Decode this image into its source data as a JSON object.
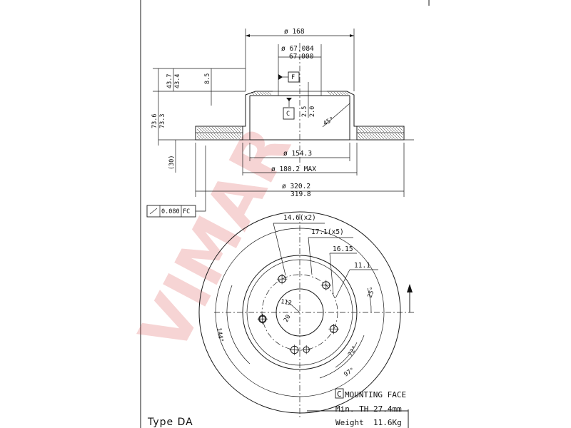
{
  "watermark": "VIMAR",
  "top_view": {
    "dim_hat_diameter": "ø 168",
    "dim_bore_max": "ø 67.084",
    "dim_bore_min": "67.000",
    "datum_f": "F",
    "datum_c": "C",
    "dim_height_a": "43.7",
    "dim_height_b": "43.4",
    "dim_hat_thickness": "8.5",
    "dim_total_a": "73.6",
    "dim_total_b": "73.3",
    "dim_offset": "(30)",
    "dim_step_a": "2.5",
    "dim_step_b": "2.0",
    "dim_chamfer": "45°",
    "dim_inner": "ø 154.3",
    "dim_inner_max": "ø 180.2 MAX",
    "dim_outer_max": "ø 320.2",
    "dim_outer_min": "319.8",
    "runout_value": "0.080",
    "runout_ref": "FC"
  },
  "face_view": {
    "dim_holes_a": "14.6(x2)",
    "dim_holes_b": "17.1(x5)",
    "dim_pcd": "16.15",
    "dim_hole_small": "11.1",
    "dim_pitch": "112",
    "dim_angle_20": "20",
    "dim_angle_25": "25°",
    "dim_angle_144": "144°",
    "dim_angle_72": "72°",
    "dim_angle_97": "97°"
  },
  "legend": {
    "mounting_key": "C",
    "mounting_label": "MOUNTING FACE",
    "min_th": "Min. TH 27.4mm",
    "weight": "Weight  11.6Kg"
  },
  "type_label": "Type DA"
}
